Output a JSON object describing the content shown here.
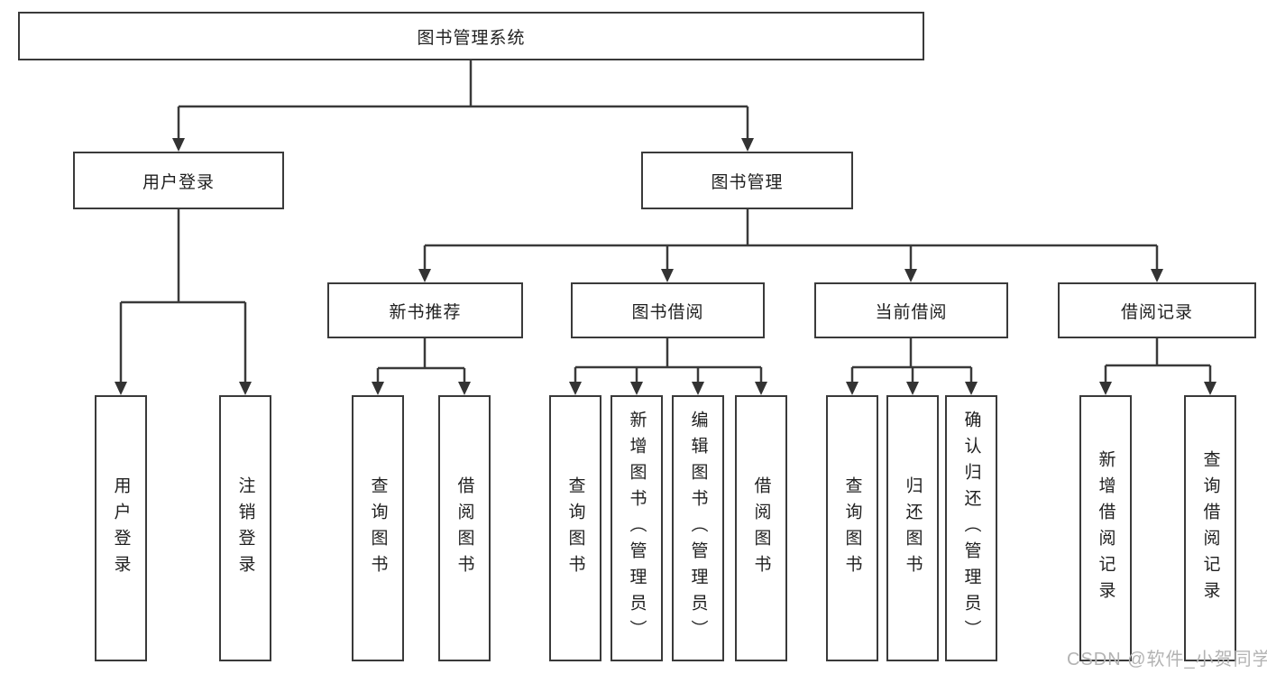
{
  "tree": {
    "root": {
      "label": "图书管理系统"
    },
    "branches": [
      {
        "label": "用户登录",
        "children": [
          {
            "label": "用户登录"
          },
          {
            "label": "注销登录"
          }
        ]
      },
      {
        "label": "图书管理",
        "children": [
          {
            "label": "新书推荐",
            "children": [
              {
                "label": "查询图书"
              },
              {
                "label": "借阅图书"
              }
            ]
          },
          {
            "label": "图书借阅",
            "children": [
              {
                "label": "查询图书"
              },
              {
                "label": "新增图书（管理员）"
              },
              {
                "label": "编辑图书（管理员）"
              },
              {
                "label": "借阅图书"
              }
            ]
          },
          {
            "label": "当前借阅",
            "children": [
              {
                "label": "查询图书"
              },
              {
                "label": "归还图书"
              },
              {
                "label": "确认归还（管理员）"
              }
            ]
          },
          {
            "label": "借阅记录",
            "children": [
              {
                "label": "新增借阅记录"
              },
              {
                "label": "查询借阅记录"
              }
            ]
          }
        ]
      }
    ]
  },
  "watermark": {
    "text": "CSDN @软件_小贺同学"
  },
  "colors": {
    "line": "#3a3a3a",
    "text": "#1f1f1f",
    "background": "#ffffff",
    "watermark": "#b3b3b3"
  }
}
